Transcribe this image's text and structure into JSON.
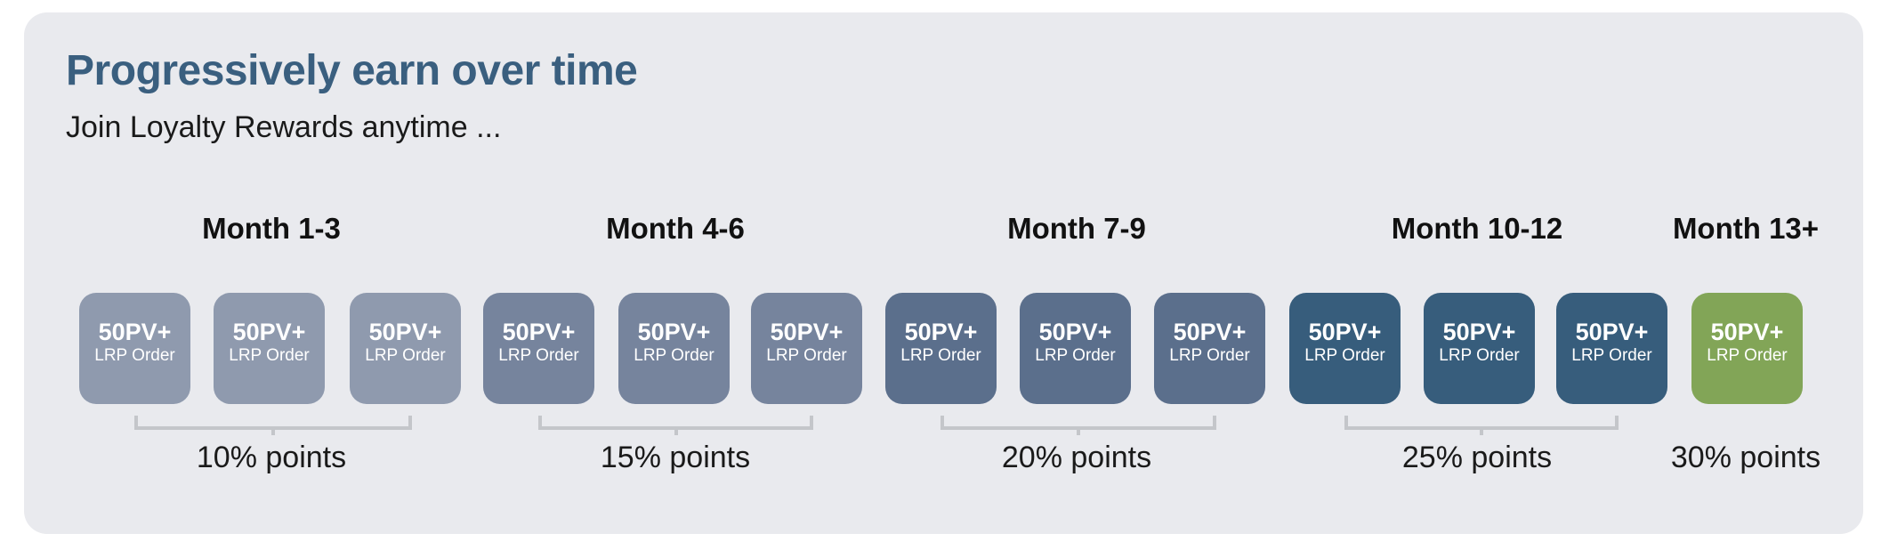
{
  "title": "Progressively earn over time",
  "subtitle": "Join Loyalty Rewards anytime ...",
  "box": {
    "pv": "50PV+",
    "order": "LRP Order"
  },
  "groups": [
    {
      "month": "Month 1-3",
      "points": "10% points",
      "color": "#8f9aae"
    },
    {
      "month": "Month 4-6",
      "points": "15% points",
      "color": "#76849d"
    },
    {
      "month": "Month 7-9",
      "points": "20% points",
      "color": "#5b6f8c"
    },
    {
      "month": "Month 10-12",
      "points": "25% points",
      "color": "#375d7c"
    },
    {
      "month": "Month 13+",
      "points": "30% points",
      "color": "#82a557"
    }
  ]
}
